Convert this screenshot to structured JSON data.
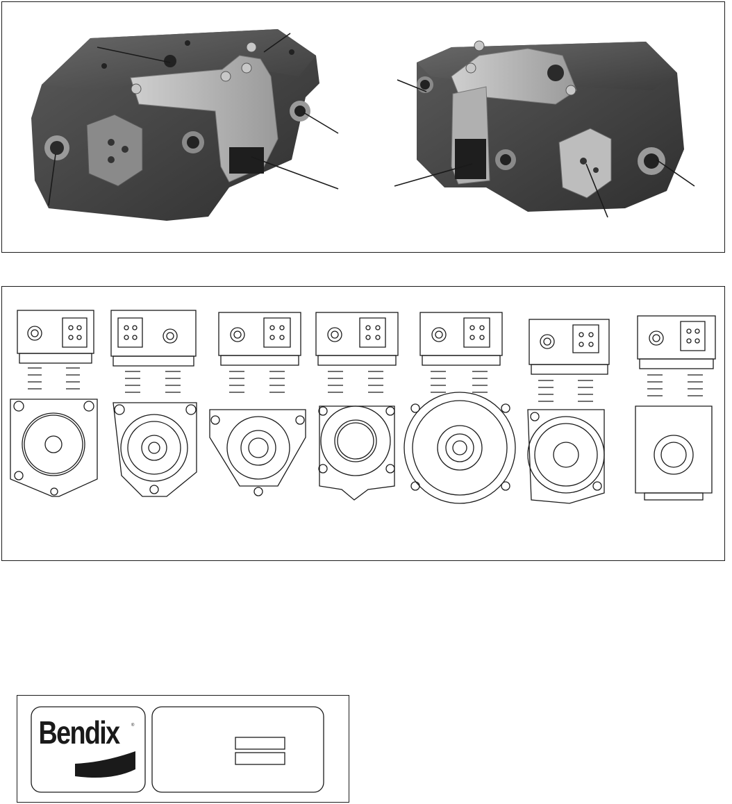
{
  "brand": {
    "logo_text": "Bendix",
    "registered_mark": "®"
  },
  "colors": {
    "ink": "#1a1a1a",
    "casting": "#4a4a4a",
    "plate": "#b8b8b8",
    "background": "#ffffff"
  },
  "figures": [
    {
      "kind": "photo",
      "views": [
        "cylinder-head-front-view",
        "cylinder-head-rear-view"
      ]
    },
    {
      "kind": "line-drawing",
      "compressor_variants": 7
    }
  ],
  "label_plate": {
    "fields": [
      "",
      ""
    ]
  }
}
